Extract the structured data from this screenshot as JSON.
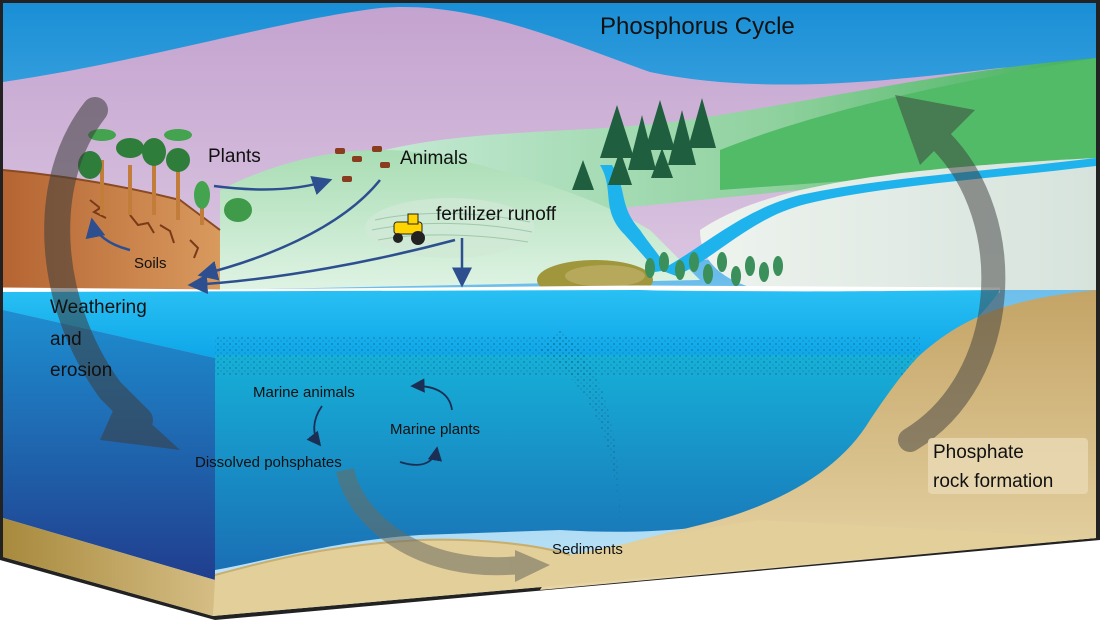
{
  "diagram": {
    "title": "Phosphorus Cycle",
    "labels": {
      "plants": "Plants",
      "animals": "Animals",
      "fertilizer_runoff": "fertilizer runoff",
      "soils": "Soils",
      "weathering_line1": "Weathering",
      "weathering_line2": "and",
      "weathering_line3": "erosion",
      "marine_animals": "Marine animals",
      "marine_plants": "Marine plants",
      "dissolved_phosphates": "Dissolved pohsphates",
      "sediments": "Sediments",
      "rock_line1": "Phosphate",
      "rock_line2": "rock formation"
    }
  },
  "colors": {
    "sky_top": "#1a8fd6",
    "mountain": "#c9a9d3",
    "hills": "#8fd19e",
    "soil": "#c97a42",
    "water_surface": "#17b2ef",
    "water_deep": "#1b5ea8",
    "sediment": "#d9c089",
    "cycle_arrow": "#6b6b5e",
    "process_arrow": "#2d4f8f"
  }
}
